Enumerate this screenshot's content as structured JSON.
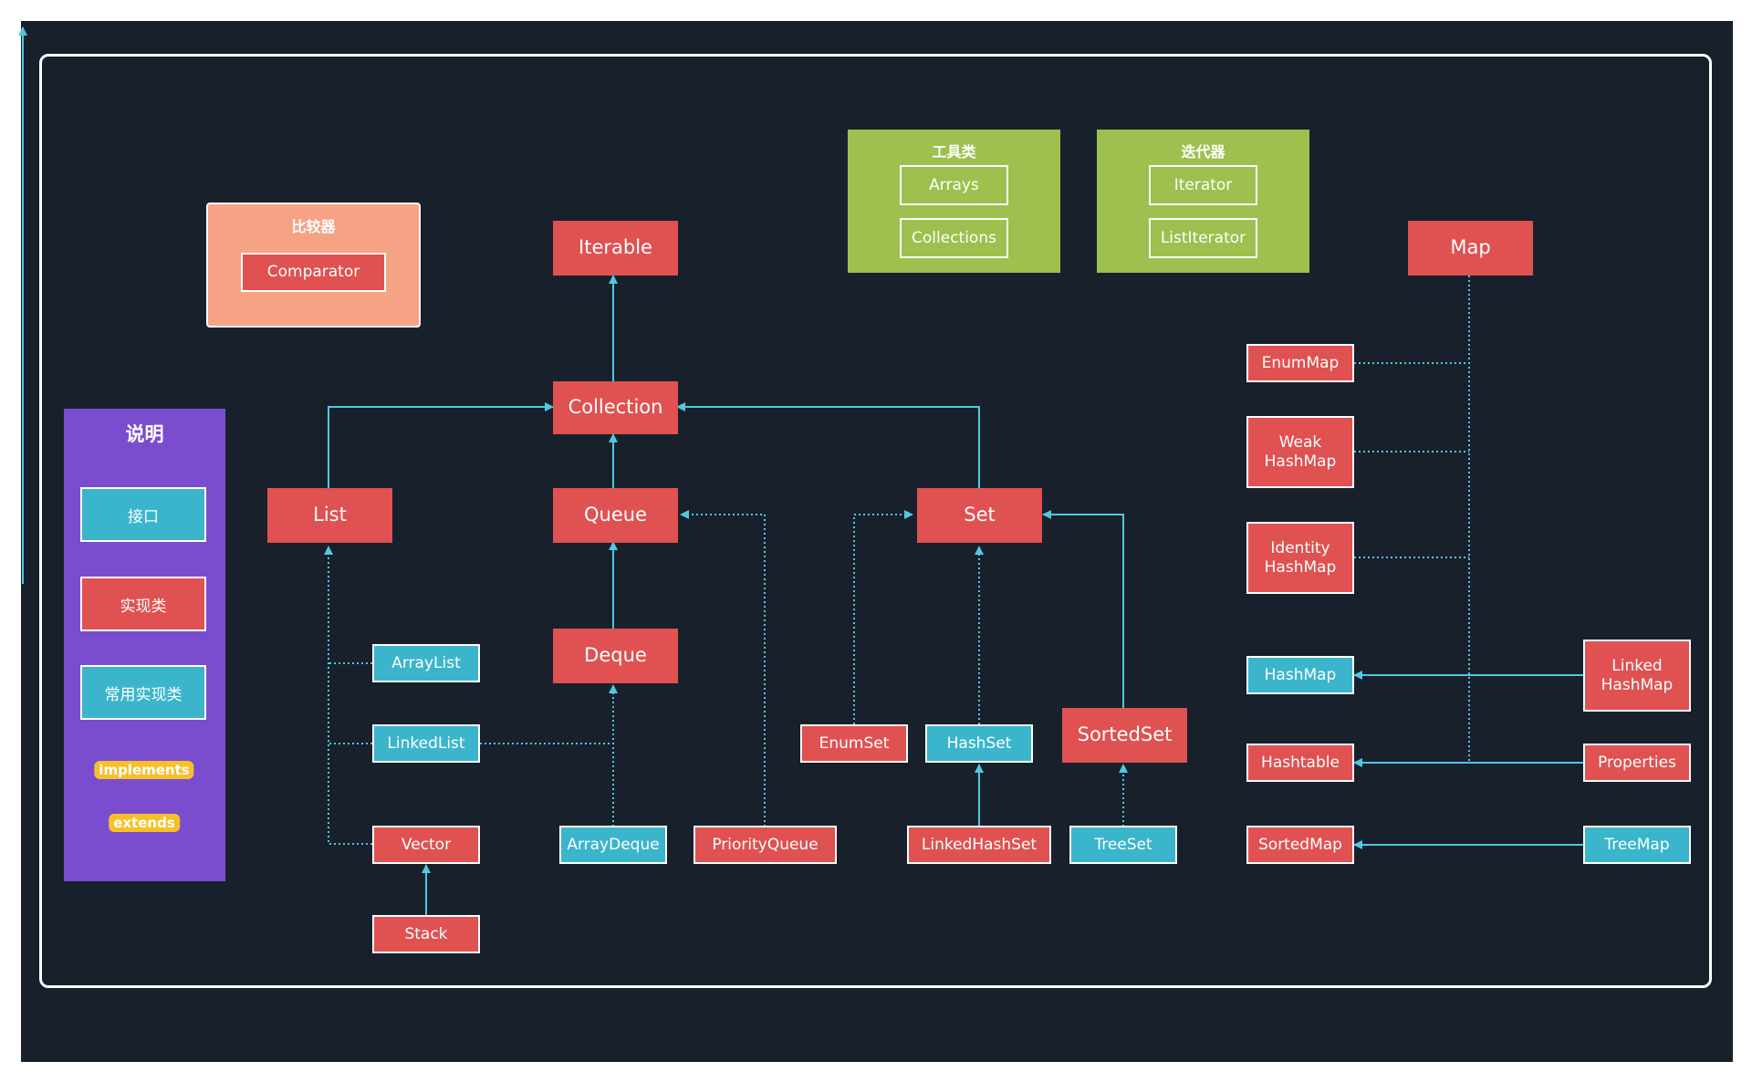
{
  "colors": {
    "background": "#18202c",
    "interface": "#e05151",
    "implementation": "#e05151",
    "common_implementation": "#3bb5cc",
    "tool_panel": "#9dc04e",
    "comparator_panel": "#f6a285",
    "legend_panel": "#7a4dcf",
    "connector": "#4ec9e0",
    "pill": "#f7c028"
  },
  "comparator": {
    "title": "比较器",
    "item": "Comparator"
  },
  "tools": {
    "title": "工具类",
    "items": [
      "Arrays",
      "Collections"
    ]
  },
  "iterators": {
    "title": "迭代器",
    "items": [
      "Iterator",
      "ListIterator"
    ]
  },
  "legend": {
    "title": "说明",
    "interface": "接口",
    "impl": "实现类",
    "common_impl": "常用实现类",
    "implements": "implements",
    "extends": "extends"
  },
  "nodes": {
    "iterable": "Iterable",
    "collection": "Collection",
    "list": "List",
    "queue": "Queue",
    "set": "Set",
    "deque": "Deque",
    "sortedset": "SortedSet",
    "map": "Map",
    "arraylist": "ArrayList",
    "linkedlist": "LinkedList",
    "vector": "Vector",
    "stack": "Stack",
    "arraydeque": "ArrayDeque",
    "priorityqueue": "PriorityQueue",
    "enumset": "EnumSet",
    "hashset": "HashSet",
    "linkedhashset": "LinkedHashSet",
    "treeset": "TreeSet",
    "enummap": "EnumMap",
    "weakhashmap_1": "Weak",
    "weakhashmap_2": "HashMap",
    "identityhashmap_1": "Identity",
    "identityhashmap_2": "HashMap",
    "hashmap": "HashMap",
    "hashtable": "Hashtable",
    "sortedmap": "SortedMap",
    "linkedhashmap_1": "Linked",
    "linkedhashmap_2": "HashMap",
    "properties": "Properties",
    "treemap": "TreeMap"
  }
}
